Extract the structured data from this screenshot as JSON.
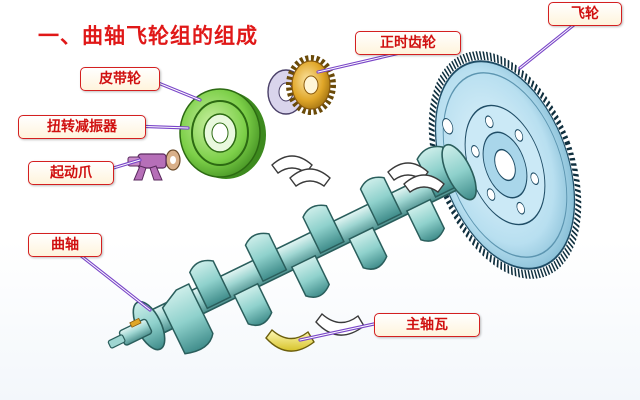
{
  "title": "一、曲轴飞轮组的组成",
  "labels": {
    "pulley": "皮带轮",
    "damper": "扭转减振器",
    "starter_claw": "起动爪",
    "crankshaft": "曲轴",
    "timing_gear": "正时齿轮",
    "flywheel": "飞轮",
    "main_bearing": "主轴瓦"
  },
  "colors": {
    "title": "#e01818",
    "callout_border": "#d42020",
    "callout_text": "#d01010",
    "leader_line": "#7a46c8",
    "part_teal": "#8fd1cc",
    "pulley_green": "#7ccf48",
    "gear_gold": "#e0a628",
    "flywheel_blue": "#b8dff0",
    "bearing_yellow": "#f2e24a"
  }
}
